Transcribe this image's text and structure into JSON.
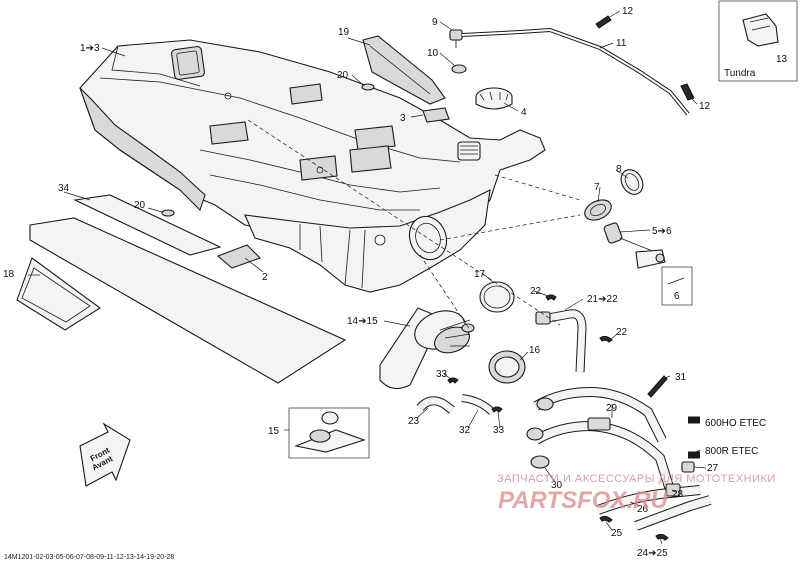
{
  "labels": {
    "l1": "1➔3",
    "l2": "2",
    "l3": "3",
    "l4": "4",
    "l5": "5➔6",
    "l6": "6",
    "l7": "7",
    "l8": "8",
    "l9": "9",
    "l10": "10",
    "l11": "11",
    "l12a": "12",
    "l12b": "12",
    "l13": "13",
    "l14": "14➔15",
    "l15": "15",
    "l16": "16",
    "l17": "17",
    "l18": "18",
    "l19": "19",
    "l20a": "20",
    "l20b": "20",
    "l21": "21➔22",
    "l22a": "22",
    "l22b": "22",
    "l23": "23",
    "l24": "24➔25",
    "l25": "25",
    "l26": "26",
    "l27": "27",
    "l28": "28",
    "l29": "29",
    "l30": "30",
    "l31": "31",
    "l32": "32",
    "l33a": "33",
    "l33b": "33",
    "l34": "34"
  },
  "callouts": {
    "tundra": "Tundra",
    "etec600": "600HO ETEC",
    "etec800": "800R ETEC",
    "front_line1": "Front",
    "front_line2": "Avant"
  },
  "watermark": {
    "caption": "ЗАПЧАСТИ И АКСЕССУАРЫ ДЛЯ МОТОТЕХНИКИ",
    "logo": "PARTSFOX.RU"
  },
  "diagram_code": "14M1201-02-03-05-06-07-08-09-11-12-13-14-19-20-28",
  "colors": {
    "line": "#1a1a1a",
    "watermark": "#d98a8a",
    "part_fill": "#f4f4f4"
  }
}
